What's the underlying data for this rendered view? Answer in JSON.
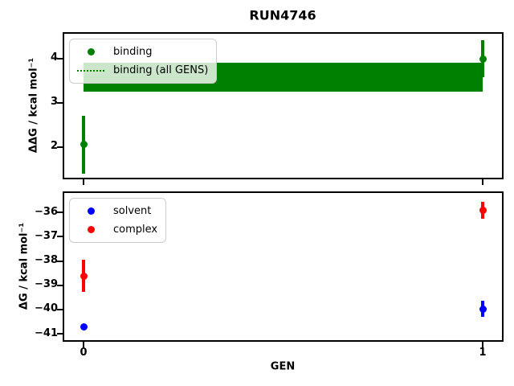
{
  "figure": {
    "title": "RUN4746",
    "background": "#ffffff"
  },
  "chart_data": [
    {
      "type": "scatter",
      "title": "RUN4746",
      "xlabel": "",
      "ylabel": "ΔΔG / kcal mol⁻¹",
      "ylim": [
        1.3,
        4.56
      ],
      "xlim": [
        -0.05,
        1.05
      ],
      "yticks": [
        "2",
        "3",
        "4"
      ],
      "ytick_values": [
        2,
        3,
        4
      ],
      "xtick_values": [
        0,
        1
      ],
      "grid": false,
      "legend_position": "upper left",
      "series": [
        {
          "name": "binding",
          "type": "errorbar-scatter",
          "color": "#008000",
          "x": [
            0,
            1
          ],
          "y": [
            2.05,
            3.99
          ],
          "yerr": [
            0.66,
            0.42
          ]
        },
        {
          "name": "binding (all GENS)",
          "type": "band",
          "color": "#008000",
          "line_style": "dotted",
          "mean": 3.575,
          "band_low": 3.25,
          "band_high": 3.9,
          "x_span": [
            0,
            1
          ]
        }
      ]
    },
    {
      "type": "scatter",
      "title": "",
      "xlabel": "GEN",
      "ylabel": "ΔG / kcal mol⁻¹",
      "ylim": [
        -41.26,
        -35.2
      ],
      "xlim": [
        -0.05,
        1.05
      ],
      "yticks": [
        "−41",
        "−40",
        "−39",
        "−38",
        "−37",
        "−36"
      ],
      "ytick_values": [
        -41,
        -40,
        -39,
        -38,
        -37,
        -36
      ],
      "xticks": [
        "0",
        "1"
      ],
      "xtick_values": [
        0,
        1
      ],
      "grid": false,
      "legend_position": "upper left",
      "series": [
        {
          "name": "solvent",
          "type": "errorbar-scatter",
          "color": "#0000ff",
          "x": [
            0,
            1
          ],
          "y": [
            -40.73,
            -39.97
          ],
          "yerr": [
            0.1,
            0.33
          ]
        },
        {
          "name": "complex",
          "type": "errorbar-scatter",
          "color": "#ff0000",
          "x": [
            0,
            1
          ],
          "y": [
            -38.62,
            -35.9
          ],
          "yerr": [
            0.66,
            0.35
          ]
        }
      ]
    }
  ]
}
